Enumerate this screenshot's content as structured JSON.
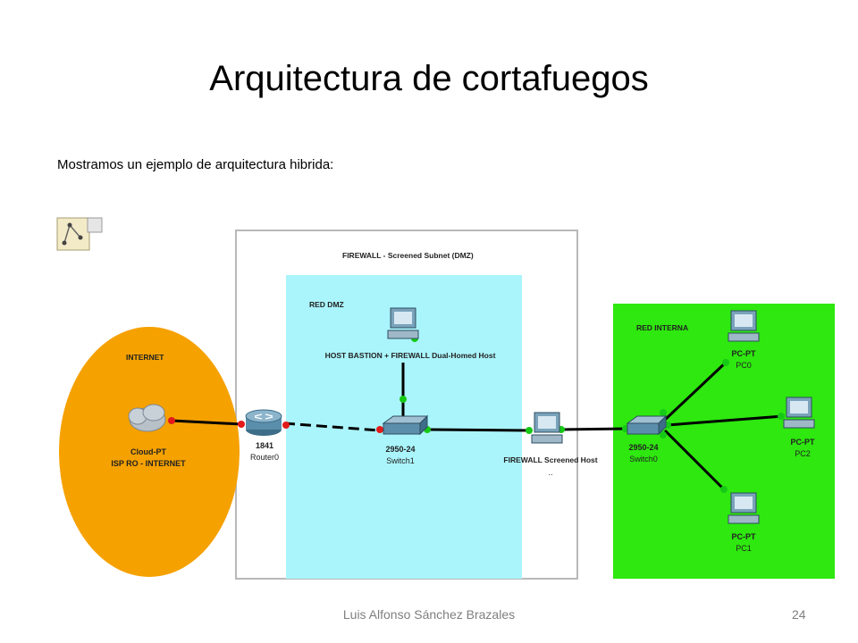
{
  "slide": {
    "title": "Arquitectura de cortafuegos",
    "intro": "Mostramos un ejemplo de arquitectura hibrida:"
  },
  "diagram": {
    "firewall_box_label": "FIREWALL - Screened Subnet (DMZ)",
    "dmz_label": "RED DMZ",
    "internal_label": "RED INTERNA",
    "internet_label": "INTERNET",
    "cloud": {
      "line1": "Cloud-PT",
      "line2": "ISP RO - INTERNET"
    },
    "router": {
      "line1": "1841",
      "line2": "Router0"
    },
    "bastion_label": "HOST BASTION + FIREWALL Dual-Homed Host",
    "switch1": {
      "line1": "2950-24",
      "line2": "Switch1"
    },
    "screened_host": {
      "line1": "FIREWALL Screened Host",
      "line2": ".."
    },
    "switch0": {
      "line1": "2950-24",
      "line2": "Switch0"
    },
    "pc0": {
      "line1": "PC-PT",
      "line2": "PC0"
    },
    "pc2": {
      "line1": "PC-PT",
      "line2": "PC2"
    },
    "pc1": {
      "line1": "PC-PT",
      "line2": "PC1"
    },
    "colors": {
      "internet_zone": "#f5a100",
      "dmz_zone": "#aaf5fb",
      "internal_zone": "#2ee80f",
      "link_up": "#17c917",
      "link_down": "#e21a1a"
    }
  },
  "footer": {
    "author": "Luis Alfonso Sánchez Brazales",
    "page": "24"
  }
}
